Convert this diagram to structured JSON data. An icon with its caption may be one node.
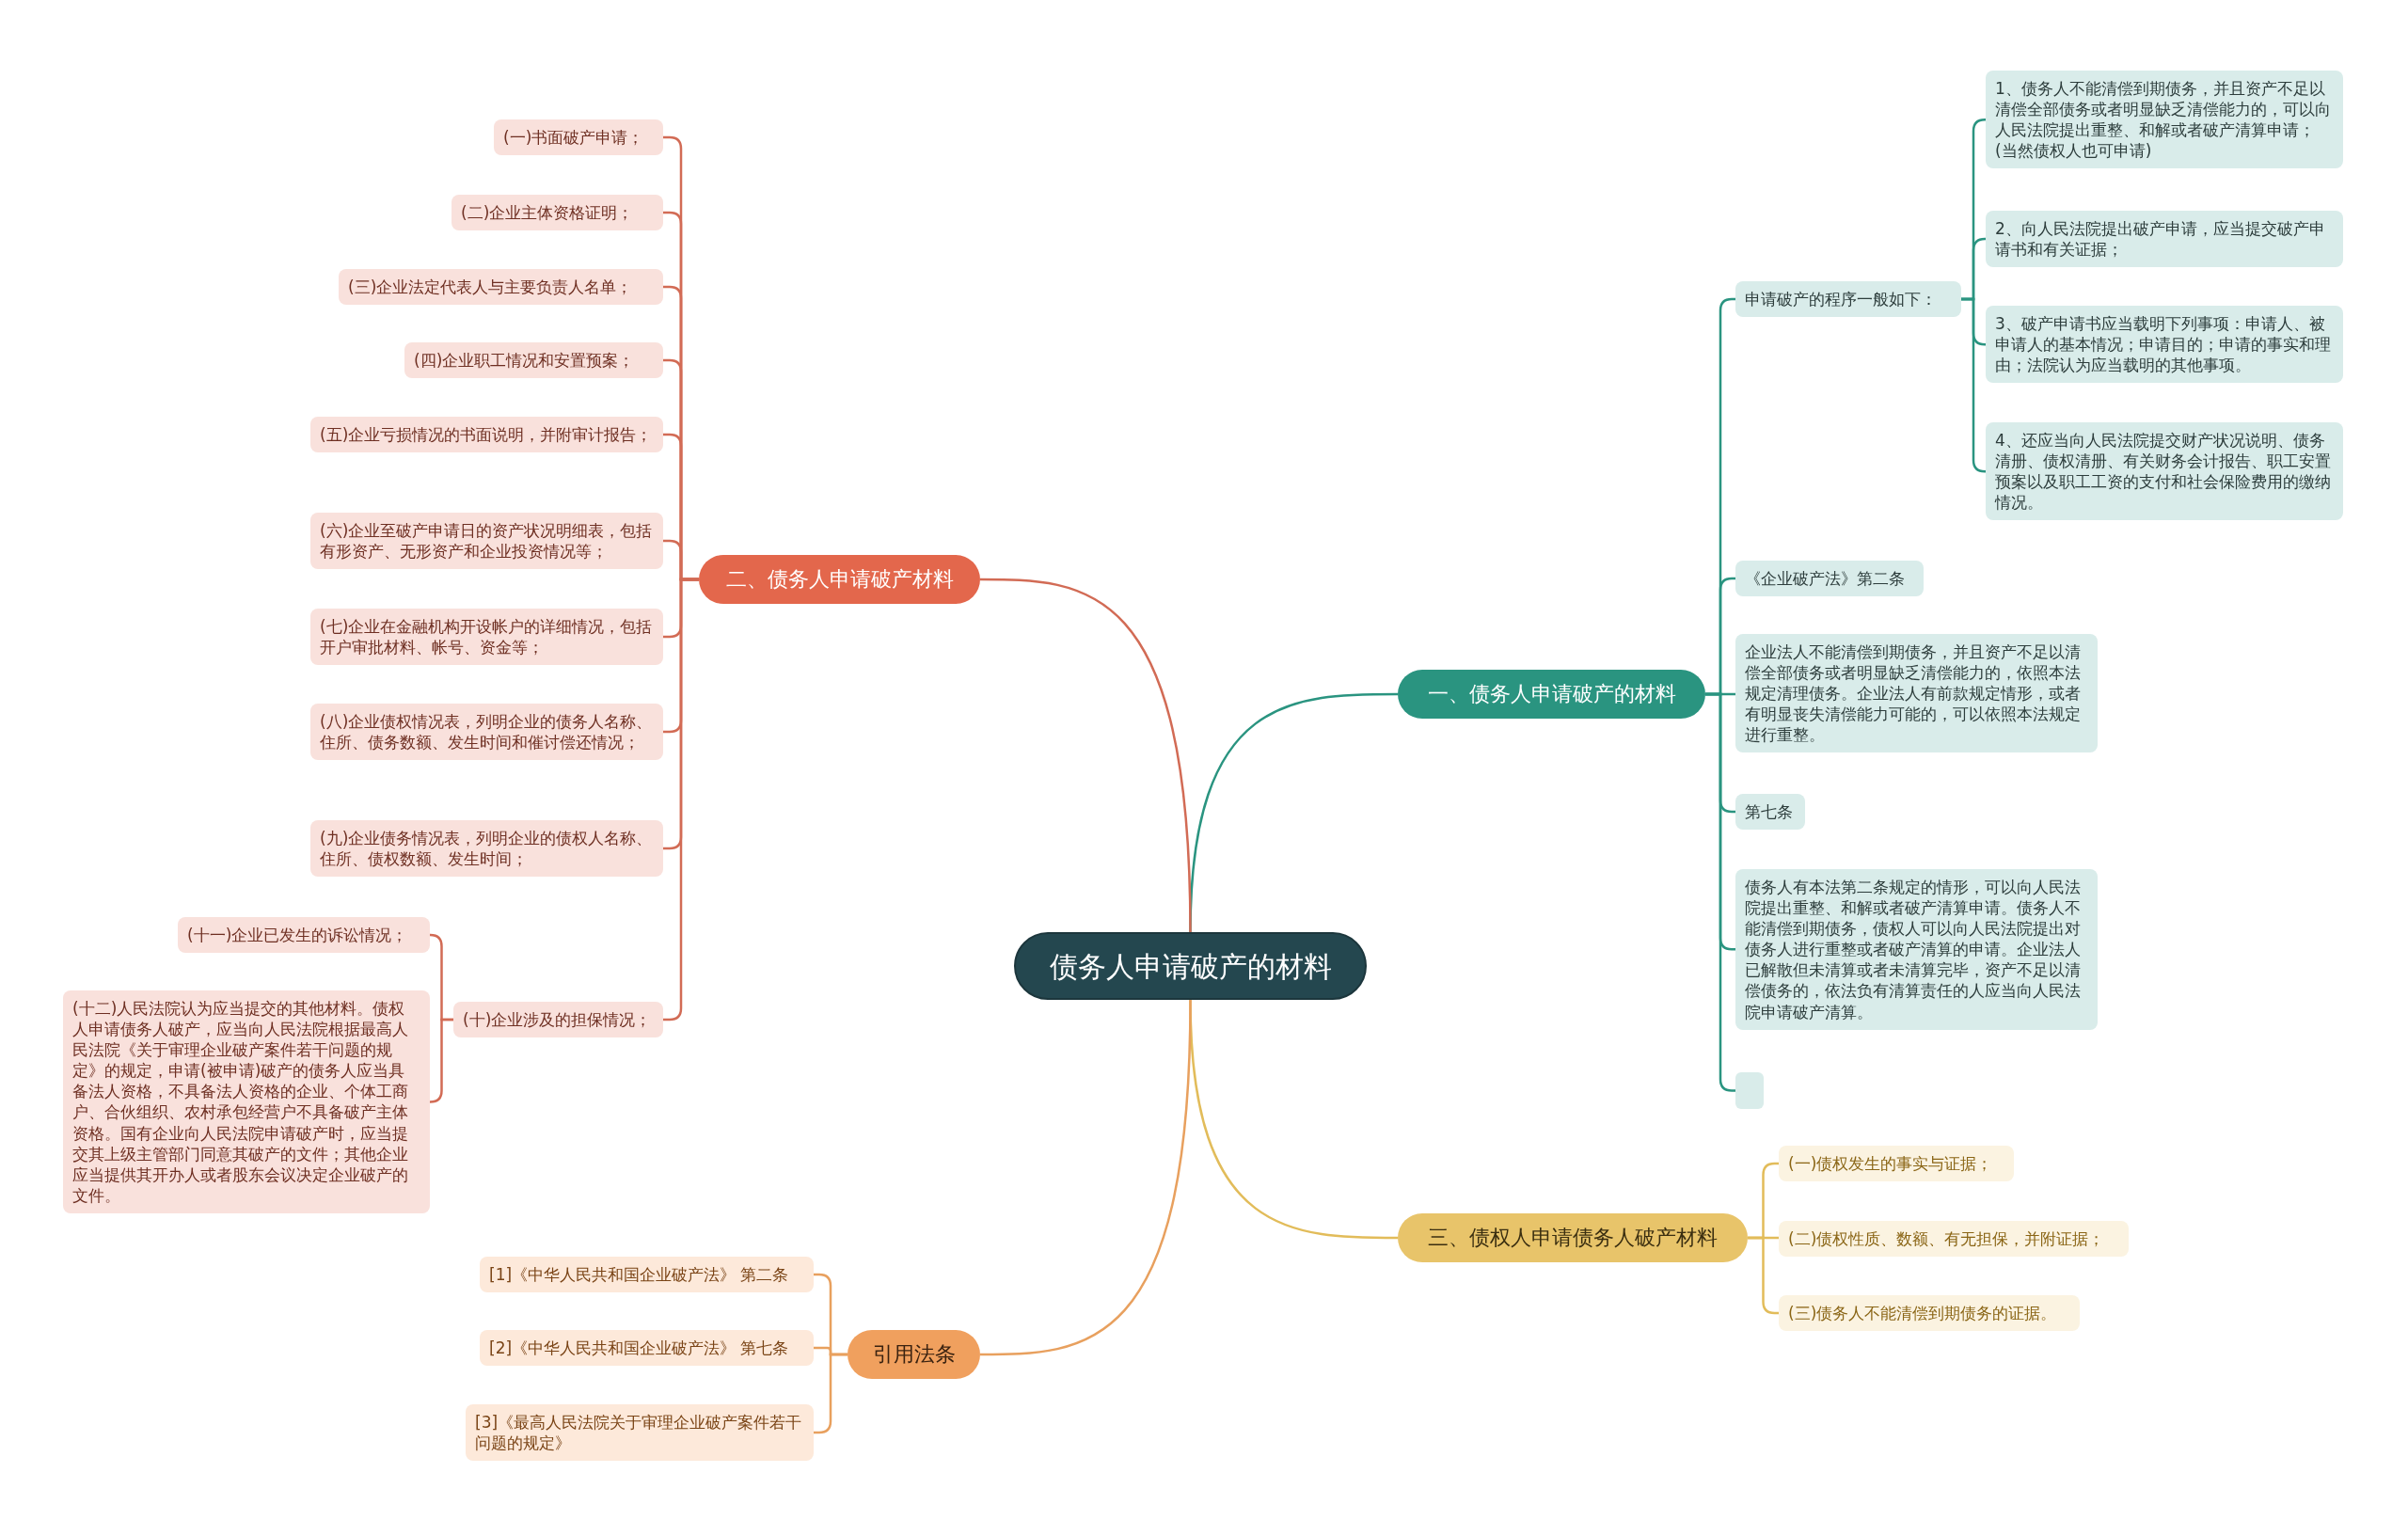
{
  "diagram": {
    "nodes": [
      {
        "text": [
          "债务人申请破产的材料"
        ]
      },
      {
        "text": [
          "一、债务人申请破产的材料"
        ]
      },
      {
        "text": [
          "申请破产的程序一般如下："
        ]
      },
      {
        "text": [
          "1、债务人不能清偿到期债务，并且资产不足以清偿全部债务或者明显缺乏清偿能力的，可以向人民法院提出重整、和解或者破产清算申请；(当然债权人也可申请)"
        ]
      },
      {
        "text": [
          "2、向人民法院提出破产申请，应当提交破产申请书和有关证据；"
        ]
      },
      {
        "text": [
          "3、破产申请书应当载明下列事项：申请人、被申请人的基本情况；申请目的；申请的事实和理由；法院认为应当载明的其他事项。"
        ]
      },
      {
        "text": [
          "4、还应当向人民法院提交财产状况说明、债务清册、债权清册、有关财务会计报告、职工安置预案以及职工工资的支付和社会保险费用的缴纳情况。"
        ]
      },
      {
        "text": [
          "《企业破产法》第二条"
        ]
      },
      {
        "text": [
          "企业法人不能清偿到期债务，并且资产不足以清偿全部债务或者明显缺乏清偿能力的，依照本法规定清理债务。企业法人有前款规定情形，或者有明显丧失清偿能力可能的，可以依照本法规定进行重整。"
        ]
      },
      {
        "text": [
          "第七条"
        ]
      },
      {
        "text": [
          "债务人有本法第二条规定的情形，可以向人民法院提出重整、和解或者破产清算申请。债务人不能清偿到期债务，债权人可以向人民法院提出对债务人进行重整或者破产清算的申请。企业法人已解散但未清算或者未清算完毕，资产不足以清偿债务的，依法负有清算责任的人应当向人民法院申请破产清算。"
        ]
      },
      {
        "text": [],
        "shape": "box"
      },
      {
        "text": [
          "三、债权人申请债务人破产材料"
        ]
      },
      {
        "text": [
          "(一)债权发生的事实与证据；"
        ]
      },
      {
        "text": [
          "(二)债权性质、数额、有无担保，并附证据；"
        ]
      },
      {
        "text": [
          "(三)债务人不能清偿到期债务的证据。"
        ]
      },
      {
        "text": [
          "二、债务人申请破产材料"
        ]
      },
      {
        "text": [
          "(一)书面破产申请；"
        ]
      },
      {
        "text": [
          "(二)企业主体资格证明；"
        ]
      },
      {
        "text": [
          "(三)企业法定代表人与主要负责人名单；"
        ]
      },
      {
        "text": [
          "(四)企业职工情况和安置预案；"
        ]
      },
      {
        "text": [
          "(五)企业亏损情况的书面说明，并附审计报告；"
        ]
      },
      {
        "text": [
          "(六)企业至破产申请日的资产状况明细表，包括有形资产、无形资产和企业投资情况等；"
        ]
      },
      {
        "text": [
          "(七)企业在金融机构开设帐户的详细情况，包括开户审批材料、帐号、资金等；"
        ]
      },
      {
        "text": [
          "(八)企业债权情况表，列明企业的债务人名称、住所、债务数额、发生时间和催讨偿还情况；"
        ]
      },
      {
        "text": [
          "(九)企业债务情况表，列明企业的债权人名称、住所、债权数额、发生时间；"
        ]
      },
      {
        "text": [
          "(十)企业涉及的担保情况；"
        ]
      },
      {
        "text": [
          "(十一)企业已发生的诉讼情况；"
        ]
      },
      {
        "text": [
          "(十二)人民法院认为应当提交的其他材料。债权人申请债务人破产，应当向人民法院根据最高人民法院《关于审理企业破产案件若干问题的规定》的规定，申请(被申请)破产的债务人应当具备法人资格，不具备法人资格的企业、个体工商户、合伙组织、农村承包经营户不具备破产主体资格。国有企业向人民法院申请破产时，应当提交其上级主管部门同意其破产的文件；其他企业应当提供其开办人或者股东会议决定企业破产的文件。"
        ]
      },
      {
        "text": [
          "引用法条"
        ]
      },
      {
        "text": [
          "[1]《中华人民共和国企业破产法》 第二条"
        ]
      },
      {
        "text": [
          "[2]《中华人民共和国企业破产法》 第七条"
        ]
      },
      {
        "text": [
          "[3]《最高人民法院关于审理企业破产案件若干问题的规定》"
        ]
      }
    ],
    "edges": [
      {
        "from": 0,
        "to": 1,
        "arrow": "none",
        "color": "#2a9480"
      },
      {
        "from": 1,
        "to": 2,
        "arrow": "none",
        "color": "#2a9480"
      },
      {
        "from": 2,
        "to": 3,
        "arrow": "none",
        "color": "#2a9480"
      },
      {
        "from": 2,
        "to": 4,
        "arrow": "none",
        "color": "#2a9480"
      },
      {
        "from": 2,
        "to": 5,
        "arrow": "none",
        "color": "#2a9480"
      },
      {
        "from": 2,
        "to": 6,
        "arrow": "none",
        "color": "#2a9480"
      },
      {
        "from": 1,
        "to": 7,
        "arrow": "none",
        "color": "#2a9480"
      },
      {
        "from": 1,
        "to": 8,
        "arrow": "none",
        "color": "#2a9480"
      },
      {
        "from": 1,
        "to": 9,
        "arrow": "none",
        "color": "#2a9480"
      },
      {
        "from": 1,
        "to": 10,
        "arrow": "none",
        "color": "#2a9480"
      },
      {
        "from": 1,
        "to": 11,
        "arrow": "none",
        "color": "#2a9480"
      },
      {
        "from": 0,
        "to": 12,
        "arrow": "none",
        "color": "#e2bc5a"
      },
      {
        "from": 12,
        "to": 13,
        "arrow": "none",
        "color": "#e2bc5a"
      },
      {
        "from": 12,
        "to": 14,
        "arrow": "none",
        "color": "#e2bc5a"
      },
      {
        "from": 12,
        "to": 15,
        "arrow": "none",
        "color": "#e2bc5a"
      },
      {
        "from": 0,
        "to": 16,
        "arrow": "none"
      },
      {
        "from": 16,
        "to": 17,
        "arrow": "none"
      },
      {
        "from": 16,
        "to": 18,
        "arrow": "none"
      },
      {
        "from": 16,
        "to": 19,
        "arrow": "none"
      },
      {
        "from": 16,
        "to": 20,
        "arrow": "none"
      },
      {
        "from": 16,
        "to": 21,
        "arrow": "none"
      },
      {
        "from": 16,
        "to": 22,
        "arrow": "none"
      },
      {
        "from": 16,
        "to": 23,
        "arrow": "none"
      },
      {
        "from": 16,
        "to": 24,
        "arrow": "none"
      },
      {
        "from": 16,
        "to": 25,
        "arrow": "none"
      },
      {
        "from": 16,
        "to": 26,
        "arrow": "none"
      },
      {
        "from": 26,
        "to": 27,
        "arrow": "none"
      },
      {
        "from": 26,
        "to": 28,
        "arrow": "none"
      },
      {
        "from": 0,
        "to": 29,
        "arrow": "none",
        "color": "#e8a05e"
      },
      {
        "from": 29,
        "to": 30,
        "arrow": "none",
        "color": "#e8a05e"
      },
      {
        "from": 29,
        "to": 31,
        "arrow": "none",
        "color": "#e8a05e"
      },
      {
        "from": 29,
        "to": 32,
        "arrow": "none",
        "color": "#e8a05e"
      }
    ]
  }
}
